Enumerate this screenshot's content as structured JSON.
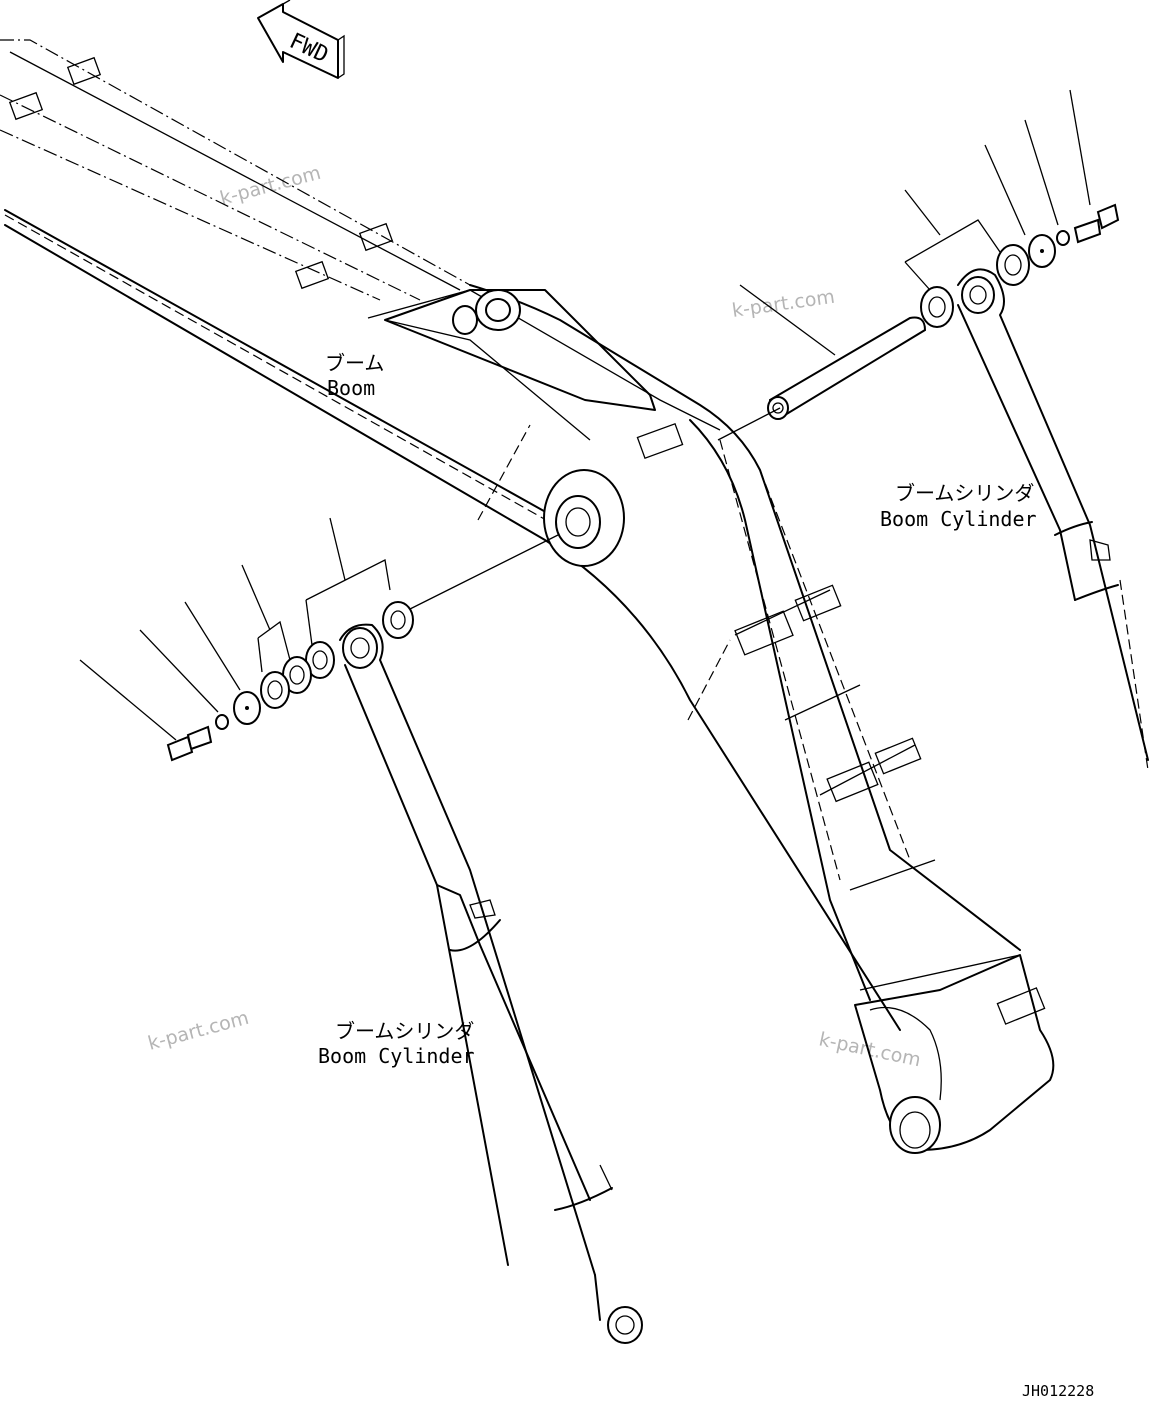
{
  "direction_marker": {
    "text": "FWD",
    "icon": "fwd-arrow-icon"
  },
  "labels": {
    "boom_jp": "ブーム",
    "boom_en": "Boom",
    "cylinder_upper_jp": "ブームシリンダ",
    "cylinder_upper_en": "Boom Cylinder",
    "cylinder_lower_jp": "ブームシリンダ",
    "cylinder_lower_en": "Boom Cylinder"
  },
  "watermarks": [
    "k-part.com",
    "k-part.com",
    "k-part.com",
    "k-part.com"
  ],
  "drawing_code": "JH012228"
}
